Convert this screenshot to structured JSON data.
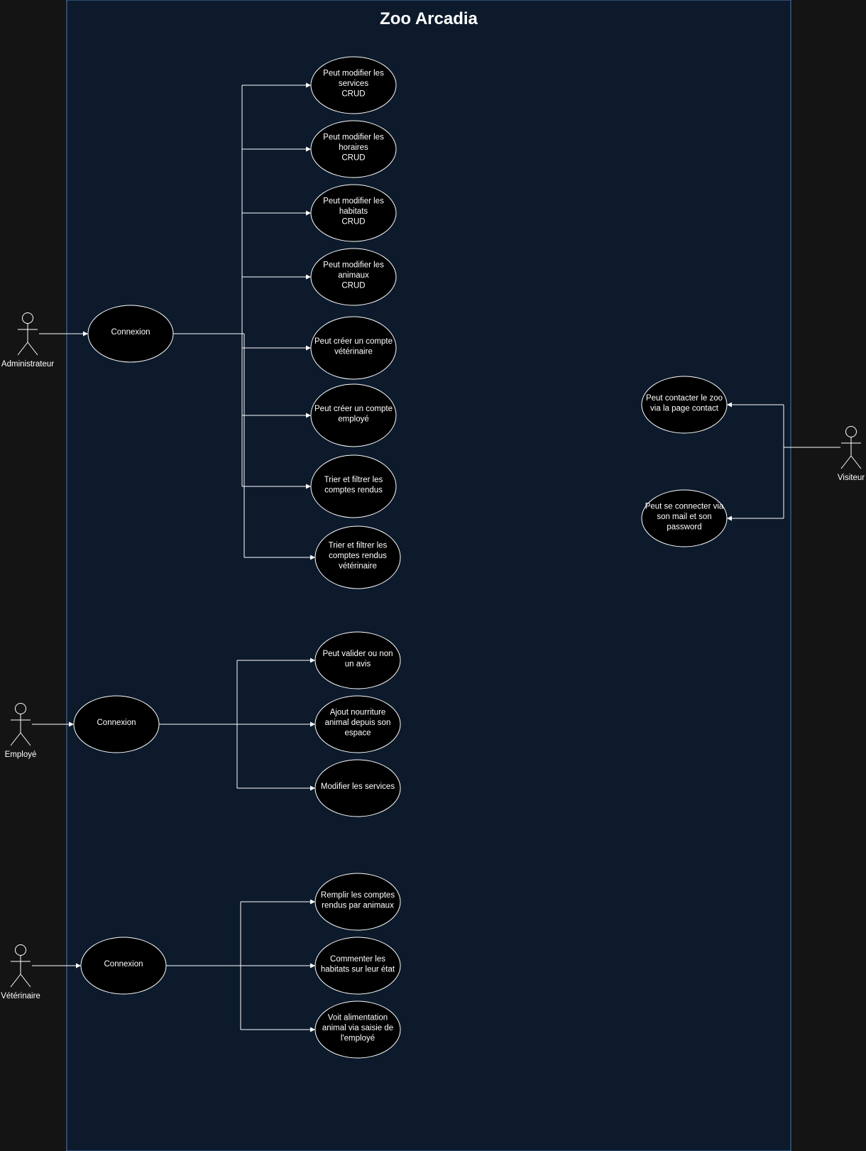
{
  "diagram": {
    "title": "Zoo Arcadia",
    "actors": {
      "administrateur": "Administrateur",
      "employe": "Employé",
      "veterinaire": "Vétérinaire",
      "visiteur": "Visiteur"
    },
    "connexion_label": "Connexion",
    "admin_cases": [
      [
        "Peut modifier les",
        "services",
        "CRUD"
      ],
      [
        "Peut modifier les",
        "horaires",
        "CRUD"
      ],
      [
        "Peut modifier les",
        "habitats",
        "CRUD"
      ],
      [
        "Peut modifier les",
        "animaux",
        "CRUD"
      ],
      [
        "Peut créer un compte",
        "vétérinaire"
      ],
      [
        "Peut créer un compte",
        "employé"
      ],
      [
        "Trier et filtrer les",
        "comptes rendus"
      ],
      [
        "Trier et filtrer les",
        "comptes rendus",
        "vétérinaire"
      ]
    ],
    "employe_cases": [
      [
        "Peut valider ou non",
        "un avis"
      ],
      [
        "Ajout nourriture",
        "animal depuis son",
        "espace"
      ],
      [
        "Modifier les services"
      ]
    ],
    "veterinaire_cases": [
      [
        "Remplir les comptes",
        "rendus par animaux"
      ],
      [
        "Commenter les",
        "habitats sur leur état"
      ],
      [
        "Voit alimentation",
        "animal via saisie de",
        "l'employé"
      ]
    ],
    "visiteur_cases": [
      [
        "Peut contacter le zoo",
        "via la page contact"
      ],
      [
        "Peut se connecter via",
        "son mail et son",
        "password"
      ]
    ],
    "colors": {
      "page_background": "#141414",
      "system_boundary_fill": "#0c1a2c",
      "system_boundary_stroke": "#4a78b0",
      "line": "#ffffff",
      "ellipse_fill": "#000000"
    }
  }
}
